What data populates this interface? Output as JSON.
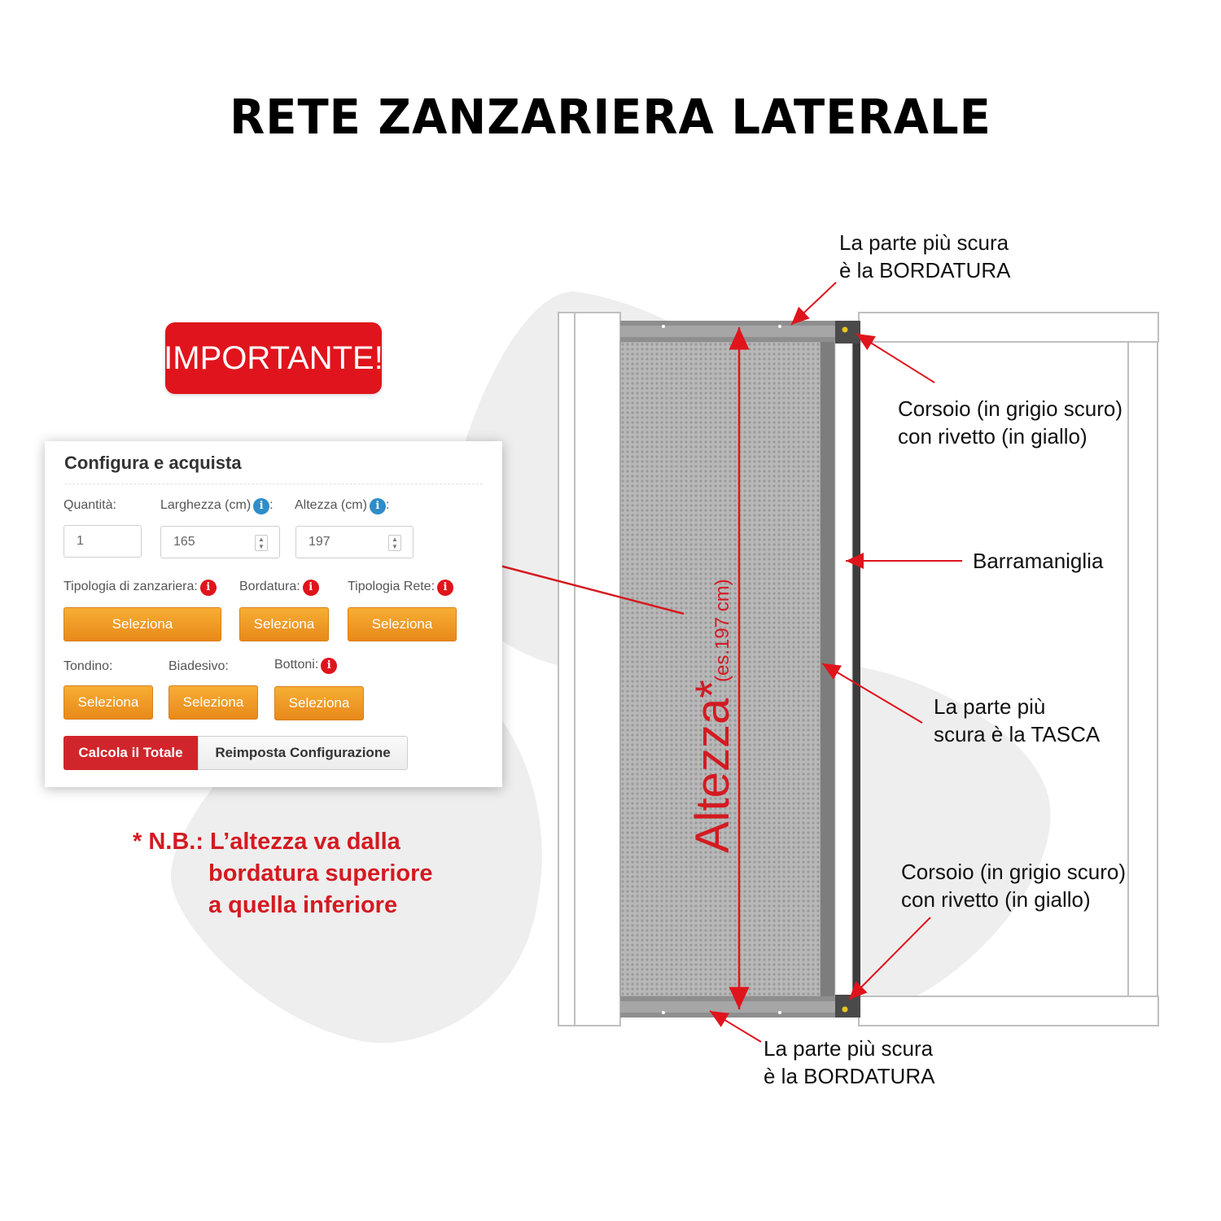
{
  "title": "RETE ZANZARIERA LATERALE",
  "important_badge": "IMPORTANTE!",
  "panel": {
    "title": "Configura e acquista",
    "quantity": {
      "label": "Quantità:",
      "value": "1"
    },
    "width": {
      "label": "Larghezza (cm)",
      "value": "165"
    },
    "height": {
      "label": "Altezza (cm)",
      "value": "197"
    },
    "colon": ":",
    "info_glyph": "i",
    "tipologia_zanzariera": {
      "label": "Tipologia di zanzariera:",
      "button": "Seleziona"
    },
    "bordatura": {
      "label": "Bordatura:",
      "button": "Seleziona"
    },
    "tipologia_rete": {
      "label": "Tipologia Rete:",
      "button": "Seleziona"
    },
    "tondino": {
      "label": "Tondino:",
      "button": "Seleziona"
    },
    "biadesivo": {
      "label": "Biadesivo:",
      "button": "Seleziona"
    },
    "bottoni": {
      "label": "Bottoni:",
      "button": "Seleziona"
    },
    "calculate_button": "Calcola il Totale",
    "reset_button": "Reimposta Configurazione"
  },
  "note": {
    "line1": "* N.B.:  L’altezza va dalla",
    "line2": "bordatura superiore",
    "line3": "a quella inferiore"
  },
  "diagram": {
    "height_label": "Altezza*",
    "height_example": "(es.197 cm)",
    "callouts": {
      "top_border": [
        "La parte più scura",
        "è la BORDATURA"
      ],
      "slider_top": [
        "Corsoio (in grigio scuro)",
        "con rivetto (in giallo)"
      ],
      "handle_bar": [
        "Barramaniglia"
      ],
      "pocket": [
        "La parte più",
        "scura è la TASCA"
      ],
      "slider_bottom": [
        "Corsoio (in grigio scuro)",
        "con rivetto (in giallo)"
      ],
      "bottom_border": [
        "La parte più scura",
        "è la BORDATURA"
      ]
    }
  },
  "colors": {
    "accent_red": "#e0141c",
    "button_orange": "#f0a02a",
    "info_blue": "#2e8dc8",
    "mesh_grey": "#a9a9a9",
    "slider_dark": "#4a4a4a",
    "rivet_yellow": "#e8c41a"
  }
}
